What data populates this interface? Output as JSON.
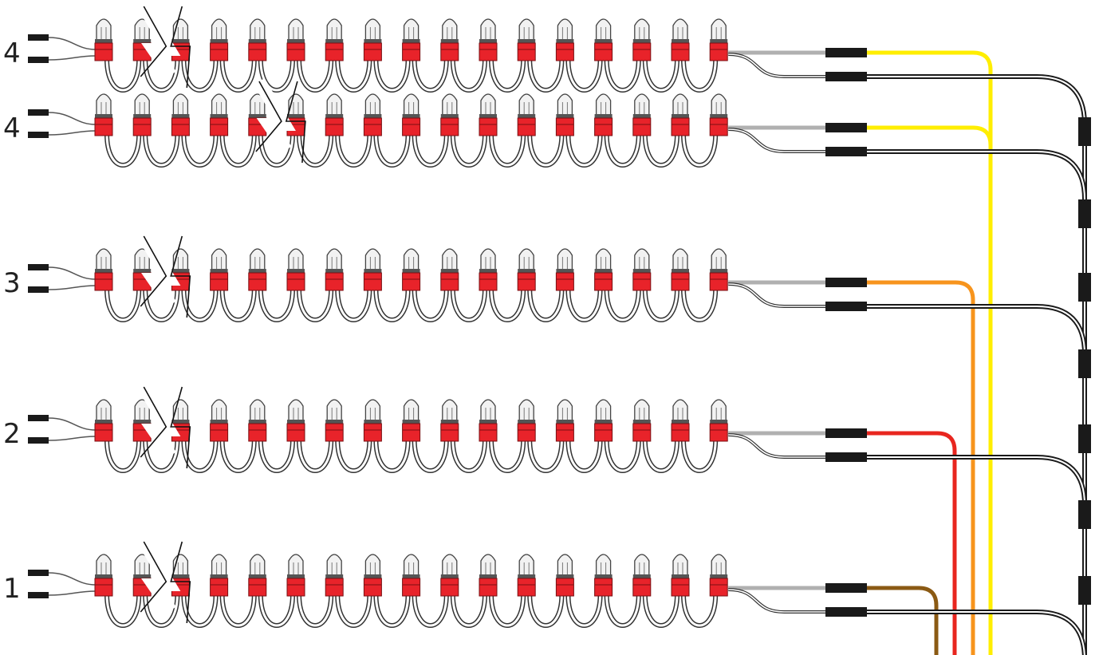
{
  "strands": [
    {
      "label": "4",
      "wire_color": "#ffee00",
      "break_after_bulb": 2
    },
    {
      "label": "4",
      "wire_color": "#ffee00",
      "break_after_bulb": 5
    },
    {
      "label": "3",
      "wire_color": "#f7941d",
      "break_after_bulb": 2
    },
    {
      "label": "2",
      "wire_color": "#e8261f",
      "break_after_bulb": 2
    },
    {
      "label": "1",
      "wire_color": "#8b5a14",
      "break_after_bulb": 2
    }
  ],
  "bulbs_per_strand": 17,
  "colors": {
    "bulb_socket": "#e8232a",
    "bulb_glass": "#f2f2f2",
    "connector": "#1a1a1a",
    "feed_wire": "#b0b0b0",
    "trunk_wire": "#1a1a1a"
  }
}
